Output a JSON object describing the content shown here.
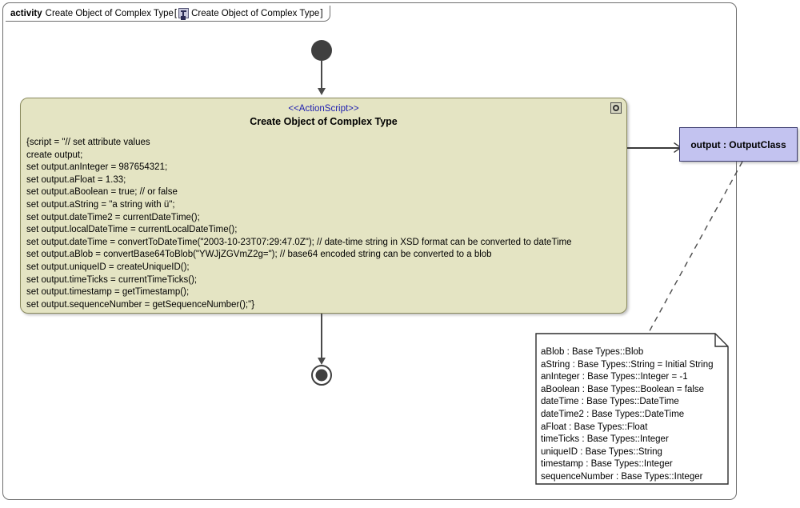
{
  "frame": {
    "keyword": "activity",
    "name": "Create Object of Complex Type",
    "bracket_open": "[",
    "icon": "activity-diagram-icon",
    "diagram_name": "Create Object of Complex Type",
    "bracket_close": "]"
  },
  "initial_node": {
    "name": "initial-node"
  },
  "final_node": {
    "name": "activity-final-node"
  },
  "action": {
    "stereotype": "<<ActionScript>>",
    "title": "Create Object of Complex Type",
    "icon": "action-script-icon",
    "fill_color": "#e4e4c3",
    "border_color": "#8a8a5e",
    "stereotype_color": "#2020b0",
    "script_lines": [
      "{script = \"// set attribute values",
      "create output;",
      "set output.anInteger = 987654321;",
      "set output.aFloat = 1.33;",
      "set output.aBoolean = true; // or false",
      "set output.aString = \"a string with ü\";",
      "set output.dateTime2 = currentDateTime();",
      "set output.localDateTime = currentLocalDateTime();",
      "set output.dateTime = convertToDateTime(\"2003-10-23T07:29:47.0Z\"); // date-time string in XSD format can be converted to dateTime",
      "set output.aBlob = convertBase64ToBlob(\"YWJjZGVmZ2g=\"); // base64 encoded string can be converted to a blob",
      "set output.uniqueID = createUniqueID();",
      "set output.timeTicks = currentTimeTicks();",
      "set output.timestamp = getTimestamp();",
      "set output.sequenceNumber = getSequenceNumber();\"}"
    ]
  },
  "output_object": {
    "label": "output : OutputClass",
    "fill_color": "#c3c3f0",
    "border_color": "#3b3b6e"
  },
  "note": {
    "lines": [
      "aBlob : Base Types::Blob",
      "aString : Base Types::String = Initial String",
      "anInteger : Base Types::Integer = -1",
      "aBoolean : Base Types::Boolean = false",
      "dateTime : Base Types::DateTime",
      "dateTime2 : Base Types::DateTime",
      "aFloat : Base Types::Float",
      "timeTicks : Base Types::Integer",
      "uniqueID : Base Types::String",
      "timestamp : Base Types::Integer",
      "sequenceNumber : Base Types::Integer"
    ]
  }
}
